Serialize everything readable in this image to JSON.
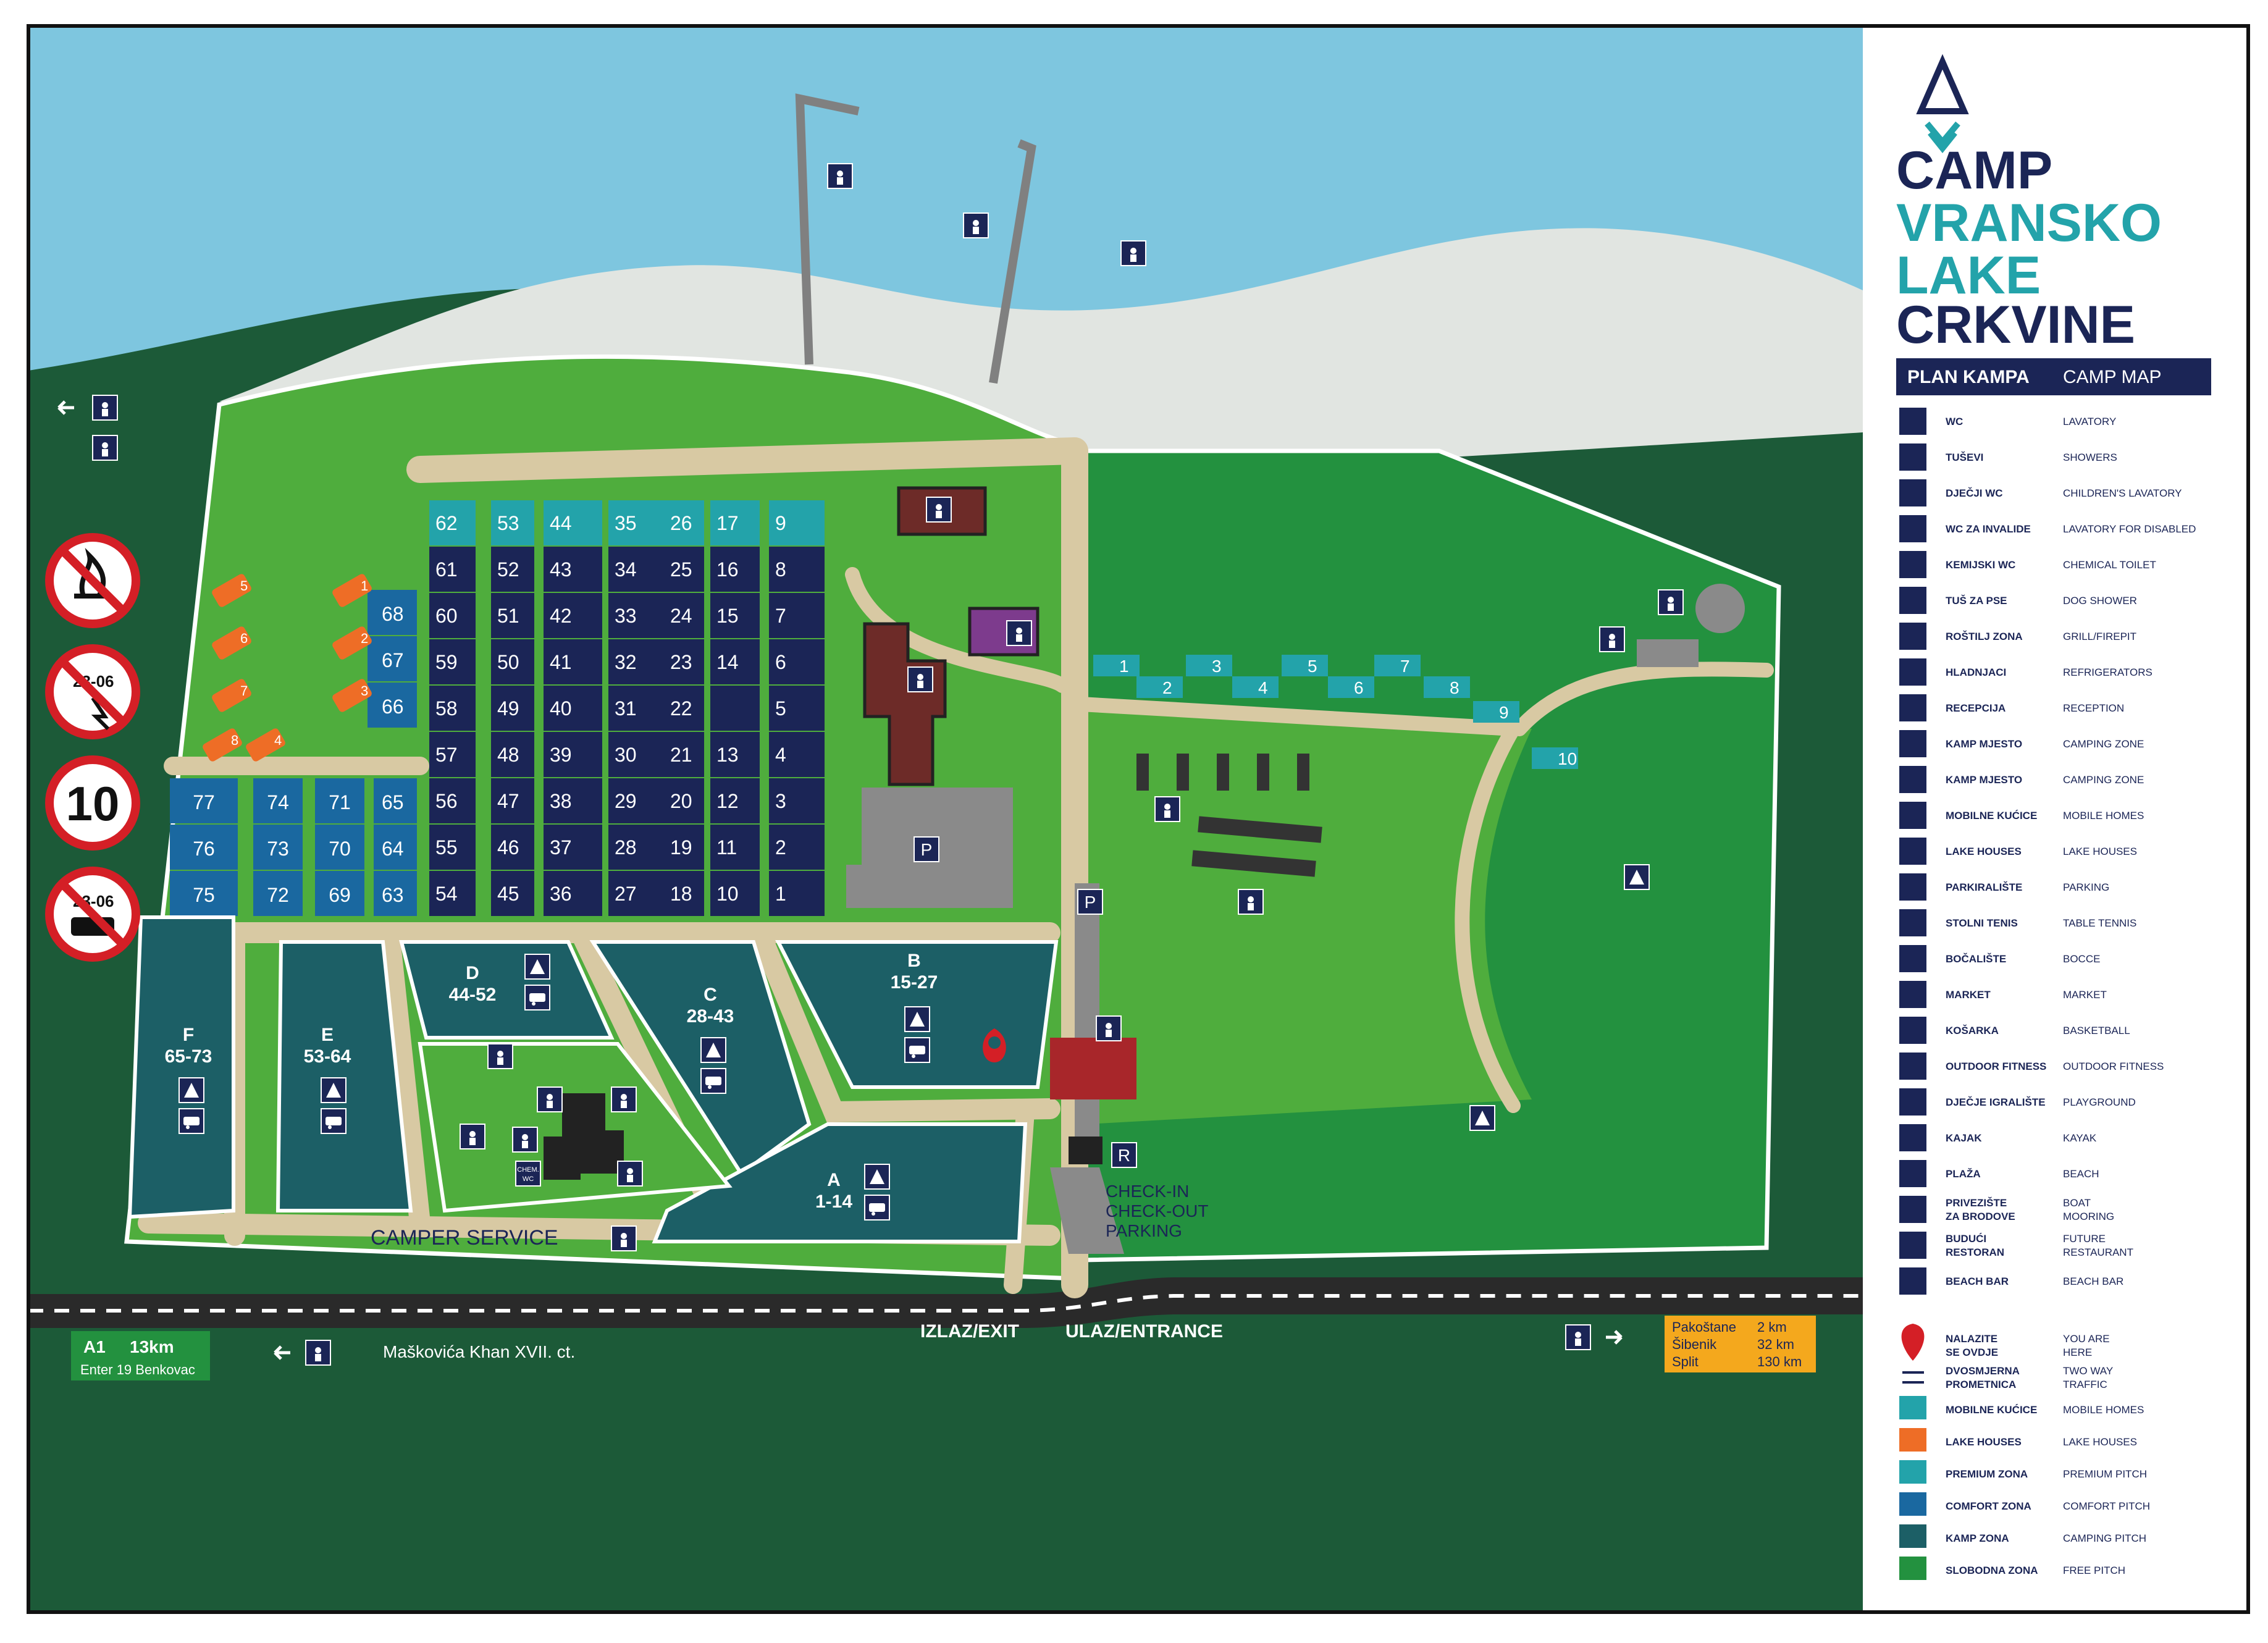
{
  "colors": {
    "lake": "#7ec6df",
    "beach": "#e1e5e1",
    "forest": "#1c5a38",
    "grass": "#4fad3d",
    "bright_green": "#23913f",
    "road": "#2a2a2a",
    "path": "#d8c9a3",
    "navy": "#1b2556",
    "comfort": "#1a68a0",
    "premium": "#23a3aa",
    "camping": "#1c5f66",
    "orange": "#ee6d26",
    "maroon": "#6d2b28",
    "purple": "#7d3b8d",
    "red_marker": "#d41f26",
    "legend_text": "#1b2556"
  },
  "title": {
    "line1": "CAMP",
    "line2": "VRANSKO",
    "line3": "LAKE",
    "line4": "CRKVINE"
  },
  "plan_bar": {
    "hr": "PLAN KAMPA",
    "en": "CAMP MAP"
  },
  "legend": [
    {
      "icon": "wc-icon",
      "hr": "WC",
      "en": "LAVATORY"
    },
    {
      "icon": "shower-icon",
      "hr": "TUŠEVI",
      "en": "SHOWERS"
    },
    {
      "icon": "children-wc-icon",
      "hr": "DJEČJI WC",
      "en": "CHILDREN'S LAVATORY"
    },
    {
      "icon": "disabled-wc-icon",
      "hr": "WC ZA INVALIDE",
      "en": "LAVATORY FOR DISABLED"
    },
    {
      "icon": "chem-wc-icon",
      "hr": "KEMIJSKI WC",
      "en": "CHEMICAL TOILET"
    },
    {
      "icon": "dog-shower-icon",
      "hr": "TUŠ ZA PSE",
      "en": "DOG SHOWER"
    },
    {
      "icon": "grill-icon",
      "hr": "ROŠTILJ ZONA",
      "en": "GRILL/FIREPIT"
    },
    {
      "icon": "fridge-icon",
      "hr": "HLADNJACI",
      "en": "REFRIGERATORS"
    },
    {
      "icon": "reception-icon",
      "hr": "RECEPCIJA",
      "en": "RECEPTION"
    },
    {
      "icon": "tent-icon",
      "hr": "KAMP MJESTO",
      "en": "CAMPING ZONE"
    },
    {
      "icon": "caravan-icon",
      "hr": "KAMP MJESTO",
      "en": "CAMPING ZONE"
    },
    {
      "icon": "mobile-home-icon",
      "hr": "MOBILNE KUĆICE",
      "en": "MOBILE HOMES"
    },
    {
      "icon": "lake-house-icon",
      "hr": "LAKE HOUSES",
      "en": "LAKE HOUSES"
    },
    {
      "icon": "parking-icon",
      "hr": "PARKIRALIŠTE",
      "en": "PARKING"
    },
    {
      "icon": "table-tennis-icon",
      "hr": "STOLNI TENIS",
      "en": "TABLE TENNIS"
    },
    {
      "icon": "bocce-icon",
      "hr": "BOČALIŠTE",
      "en": "BOCCE"
    },
    {
      "icon": "market-icon",
      "hr": "MARKET",
      "en": "MARKET"
    },
    {
      "icon": "basketball-icon",
      "hr": "KOŠARKA",
      "en": "BASKETBALL"
    },
    {
      "icon": "fitness-icon",
      "hr": "OUTDOOR FITNESS",
      "en": "OUTDOOR FITNESS"
    },
    {
      "icon": "playground-icon",
      "hr": "DJEČJE IGRALIŠTE",
      "en": "PLAYGROUND"
    },
    {
      "icon": "kayak-icon",
      "hr": "KAJAK",
      "en": "KAYAK"
    },
    {
      "icon": "beach-icon",
      "hr": "PLAŽA",
      "en": "BEACH"
    },
    {
      "icon": "boat-mooring-icon",
      "hr": "PRIVEZIŠTE\nZA BRODOVE",
      "en": "BOAT\nMOORING"
    },
    {
      "icon": "restaurant-icon",
      "hr": "BUDUĆI\nRESTORAN",
      "en": "FUTURE\nRESTAURANT"
    },
    {
      "icon": "beach-bar-icon",
      "hr": "BEACH BAR",
      "en": "BEACH BAR"
    }
  ],
  "legend2": [
    {
      "icon": "you-are-here-icon",
      "hr": "NALAZITE\nSE OVDJE",
      "en": "YOU ARE\nHERE"
    },
    {
      "icon": "two-way-traffic-icon",
      "hr": "DVOSMJERNA\nPROMETNICA",
      "en": "TWO WAY\nTRAFFIC"
    },
    {
      "swatch": "#23a3aa",
      "hr": "MOBILNE KUĆICE",
      "en": "MOBILE HOMES",
      "icon": "mobile-home-icon"
    },
    {
      "swatch": "#ee6d26",
      "hr": "LAKE HOUSES",
      "en": "LAKE HOUSES",
      "icon": "lake-house-icon"
    },
    {
      "swatch": "#23a3aa",
      "hr": "PREMIUM ZONA",
      "en": "PREMIUM PITCH"
    },
    {
      "swatch": "#1a68a0",
      "hr": "COMFORT ZONA",
      "en": "COMFORT PITCH"
    },
    {
      "swatch": "#1c5f66",
      "hr": "KAMP ZONA",
      "en": "CAMPING PITCH"
    },
    {
      "swatch": "#23913f",
      "hr": "SLOBODNA ZONA",
      "en": "FREE PITCH"
    }
  ],
  "signs": {
    "fire": "no-fire",
    "storm_time": "23-06",
    "speed": "10",
    "car_time": "23-06"
  },
  "zones": [
    {
      "id": "F",
      "range": "65-73"
    },
    {
      "id": "E",
      "range": "53-64"
    },
    {
      "id": "D",
      "range": "44-52"
    },
    {
      "id": "C",
      "range": "28-43"
    },
    {
      "id": "B",
      "range": "15-27"
    },
    {
      "id": "A",
      "range": "1-14"
    }
  ],
  "pitch_columns": [
    [
      62,
      61,
      60,
      59,
      58,
      57,
      56,
      55,
      54
    ],
    [
      53,
      52,
      51,
      50,
      49,
      48,
      47,
      46,
      45
    ],
    [
      44,
      43,
      42,
      41,
      40,
      39,
      38,
      37,
      36
    ],
    [
      35,
      34,
      33,
      32,
      31,
      30,
      29,
      28,
      27
    ],
    [
      26,
      25,
      24,
      23,
      22,
      21,
      20,
      19,
      18
    ],
    [
      17,
      16,
      15,
      14,
      null,
      13,
      12,
      11,
      10
    ],
    [
      9,
      8,
      7,
      6,
      5,
      4,
      3,
      2,
      1
    ]
  ],
  "comfort_pitches": {
    "col68": [
      68,
      67,
      66
    ],
    "col65": [
      65,
      64,
      63
    ],
    "left": [
      [
        77,
        74,
        71
      ],
      [
        76,
        73,
        70
      ],
      [
        75,
        72,
        69
      ]
    ]
  },
  "mobile_homes": [
    1,
    2,
    3,
    4,
    5,
    6,
    7,
    8,
    9,
    10
  ],
  "lake_houses": [
    1,
    2,
    3,
    4,
    5,
    6,
    7,
    8
  ],
  "labels": {
    "camper_service": "CAMPER SERVICE",
    "checkin": "CHECK-IN",
    "checkout": "CHECK-OUT",
    "parking": "PARKING",
    "exit": "IZLAZ/EXIT",
    "entrance": "ULAZ/ENTRANCE",
    "khan": "Maškovića Khan XVII. ct.",
    "p": "P",
    "r": "R",
    "chem": "CHEM.",
    "wc": "WC"
  },
  "a1_sign": {
    "road": "A1",
    "dist": "13km",
    "sub": "Enter 19 Benkovac"
  },
  "dest_sign": [
    {
      "place": "Pakoštane",
      "dist": "2 km"
    },
    {
      "place": "Šibenik",
      "dist": "32 km"
    },
    {
      "place": "Split",
      "dist": "130 km"
    }
  ]
}
